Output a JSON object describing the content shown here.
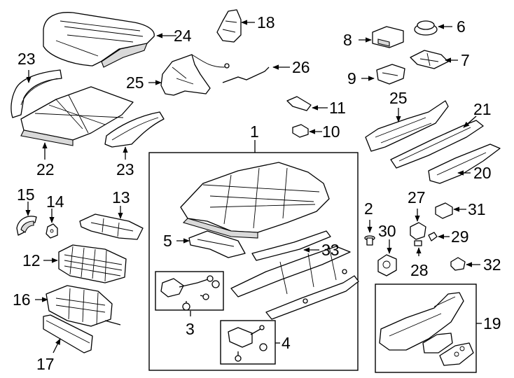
{
  "callouts": {
    "n1": "1",
    "n2": "2",
    "n3": "3",
    "n4": "4",
    "n5": "5",
    "n6": "6",
    "n7": "7",
    "n8": "8",
    "n9": "9",
    "n10": "10",
    "n11": "11",
    "n12": "12",
    "n13": "13",
    "n14": "14",
    "n15": "15",
    "n16": "16",
    "n17": "17",
    "n18": "18",
    "n19": "19",
    "n20": "20",
    "n21": "21",
    "n22": "22",
    "n23a": "23",
    "n23b": "23",
    "n24": "24",
    "n25a": "25",
    "n25b": "25",
    "n26": "26",
    "n27": "27",
    "n28": "28",
    "n29": "29",
    "n30": "30",
    "n31": "31",
    "n32": "32",
    "n33": "33"
  }
}
